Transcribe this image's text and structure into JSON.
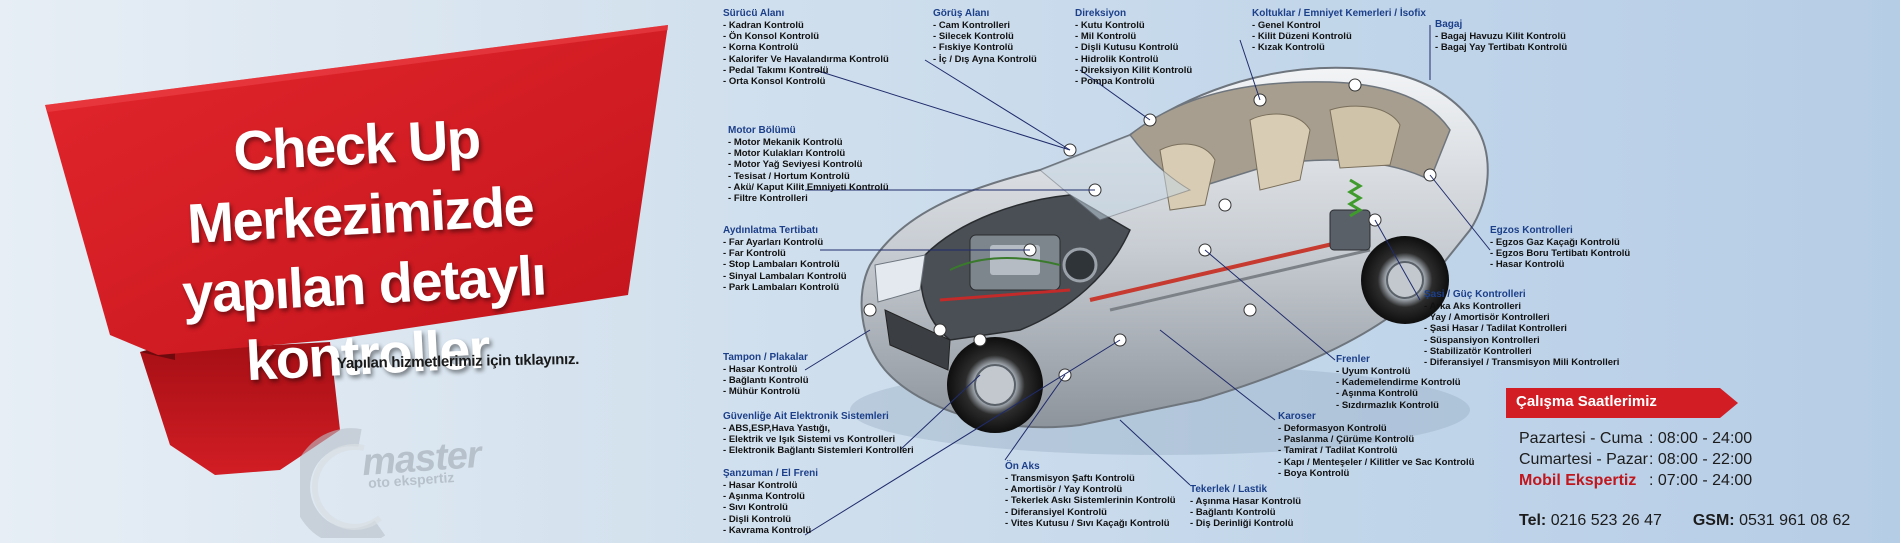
{
  "headline": {
    "line1": "Check Up Merkezimizde",
    "line2": "yapılan detaylı kontroller"
  },
  "cta": "Yapılan hizmetlerimiz için tıklayınız.",
  "logo": {
    "name": "master",
    "tagline": "oto ekspertiz"
  },
  "colors": {
    "brand_red": "#d21d24",
    "title_blue": "#1c3f8a"
  },
  "groups": [
    {
      "title": "Sürücü Alanı",
      "items": [
        "Kadran Kontrolü",
        "Ön Konsol Kontrolü",
        "Korna Kontrolü",
        "Kalorifer Ve Havalandırma Kontrolü",
        "Pedal Takımı Kontrolü",
        "Orta Konsol Kontrolü"
      ]
    },
    {
      "title": "Görüş Alanı",
      "items": [
        "Cam Kontrolleri",
        "Silecek Kontrolü",
        "Fıskiye Kontrolü",
        "İç / Dış Ayna Kontrolü"
      ]
    },
    {
      "title": "Direksiyon",
      "items": [
        "Kutu Kontrolü",
        "Mil Kontrolü",
        "Dişli Kutusu Kontrolü",
        "Hidrolik Kontrolü",
        "Direksiyon Kilit Kontrolü",
        "Pompa Kontrolü"
      ]
    },
    {
      "title": "Koltuklar / Emniyet Kemerleri / İsofix",
      "items": [
        "Genel Kontrol",
        "Kilit Düzeni Kontrolü",
        "Kızak Kontrolü"
      ]
    },
    {
      "title": "Bagaj",
      "items": [
        "Bagaj Havuzu Kilit Kontrolü",
        "Bagaj Yay Tertibatı Kontrolü"
      ]
    },
    {
      "title": "Motor Bölümü",
      "items": [
        "Motor Mekanik Kontrolü",
        "Motor Kulakları Kontrolü",
        "Motor Yağ Seviyesi Kontrolü",
        "Tesisat / Hortum Kontrolü",
        "Akü/ Kaput Kilit Emniyeti Kontrolü",
        "Filtre Kontrolleri"
      ]
    },
    {
      "title": "Aydınlatma Tertibatı",
      "items": [
        "Far Ayarları Kontrolü",
        "Far Kontrolü",
        "Stop Lambaları Kontrolü",
        "Sinyal Lambaları Kontrolü",
        "Park Lambaları Kontrolü"
      ]
    },
    {
      "title": "Egzos Kontrolleri",
      "items": [
        "Egzos Gaz Kaçağı Kontrolü",
        "Egzos Boru Tertibatı Kontrolü",
        "Hasar Kontrolü"
      ]
    },
    {
      "title": "Şasi / Güç Kontrolleri",
      "items": [
        "Arka Aks Kontrolleri",
        "Yay / Amortisör Kontrolleri",
        "Şasi Hasar / Tadilat Kontrolleri",
        "Süspansiyon Kontrolleri",
        "Stabilizatör Kontrolleri",
        "Diferansiyel / Transmisyon Mili Kontrolleri"
      ]
    },
    {
      "title": "Tampon / Plakalar",
      "items": [
        "Hasar Kontrolü",
        "Bağlantı Kontrolü",
        "Mühür Kontrolü"
      ]
    },
    {
      "title": "Frenler",
      "items": [
        "Uyum Kontrolü",
        "Kademelendirme Kontrolü",
        "Aşınma Kontrolü",
        "Sızdırmazlık Kontrolü"
      ]
    },
    {
      "title": "Güvenliğe Ait Elektronik Sistemleri",
      "items": [
        "ABS,ESP,Hava Yastığı,",
        "Elektrik ve Işık Sistemi vs Kontrolleri",
        "Elektronik Bağlantı Sistemleri Kontrolleri"
      ]
    },
    {
      "title": "Karoser",
      "items": [
        "Deformasyon Kontrolü",
        "Paslanma / Çürüme Kontrolü",
        "Tamirat / Tadilat Kontrolü",
        "Kapı / Menteşeler / Kilitler ve Sac Kontrolü",
        "Boya Kontrolü"
      ]
    },
    {
      "title": "Ön Aks",
      "items": [
        "Transmisyon Şaftı Kontrolü",
        "Amortisör / Yay Kontrolü",
        "Tekerlek Askı Sistemlerinin Kontrolü",
        "Diferansiyel Kontrolü",
        "Vites Kutusu / Sıvı Kaçağı Kontrolü"
      ]
    },
    {
      "title": "Şanzuman / El Freni",
      "items": [
        "Hasar Kontrolü",
        "Aşınma Kontrolü",
        "Sıvı Kontrolü",
        "Dişli Kontrolü",
        "Kavrama Kontrolü"
      ]
    },
    {
      "title": "Tekerlek / Lastik",
      "items": [
        "Aşınma Hasar Kontrolü",
        "Bağlantı Kontrolü",
        "Diş Derinliği Kontrolü"
      ]
    }
  ],
  "hours": {
    "title": "Çalışma Saatlerimiz",
    "rows": [
      {
        "day": "Pazartesi - Cuma",
        "time": ": 08:00 - 24:00"
      },
      {
        "day": "Cumartesi - Pazar",
        "time": ": 08:00 - 22:00"
      },
      {
        "day": "Mobil Ekspertiz",
        "time": ": 07:00 - 24:00"
      }
    ]
  },
  "contact": {
    "tel_label": "Tel:",
    "tel": "0216 523 26 47",
    "gsm_label": "GSM:",
    "gsm": "0531 961 08 62"
  }
}
